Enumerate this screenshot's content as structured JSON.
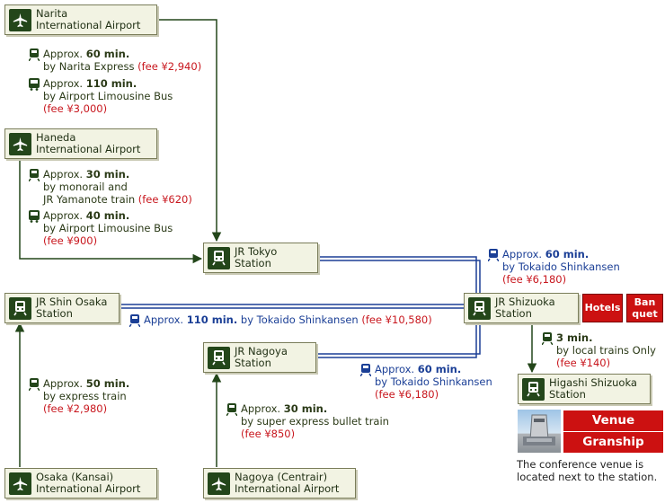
{
  "colors": {
    "shinkansen_line": "#1b3f96",
    "connector_line": "#23461a",
    "fee": "#c8161d",
    "button": "#cc1111"
  },
  "nodes": {
    "narita": {
      "line1": "Narita",
      "line2": "International Airport",
      "icon": "airplane-icon"
    },
    "haneda": {
      "line1": "Haneda",
      "line2": "International Airport",
      "icon": "airplane-icon"
    },
    "tokyo": {
      "line1": "JR Tokyo",
      "line2": "Station",
      "icon": "train-icon"
    },
    "shin_osaka": {
      "line1": "JR Shin Osaka",
      "line2": "Station",
      "icon": "train-icon"
    },
    "shizuoka": {
      "line1": "JR Shizuoka",
      "line2": "Station",
      "icon": "train-icon"
    },
    "nagoya": {
      "line1": "JR Nagoya",
      "line2": "Station",
      "icon": "train-icon"
    },
    "higashi": {
      "line1": "Higashi Shizuoka",
      "line2": "Station",
      "icon": "train-icon"
    },
    "osaka_airport": {
      "line1": "Osaka (Kansai)",
      "line2": "International Airport",
      "icon": "airplane-icon"
    },
    "nagoya_airport": {
      "line1": "Nagoya (Centrair)",
      "line2": "International Airport",
      "icon": "airplane-icon"
    }
  },
  "routes": {
    "narita_express": {
      "pre": "Approx. ",
      "time": "60 min.",
      "by": "by Narita Express ",
      "fee": "(fee ¥2,940)",
      "icon": "train-icon"
    },
    "narita_bus": {
      "pre": "Approx. ",
      "time": "110 min.",
      "by": "by Airport Limousine Bus",
      "fee": "(fee ¥3,000)",
      "icon": "bus-icon"
    },
    "haneda_monorail": {
      "pre": "Approx. ",
      "time": "30 min.",
      "by1": "by monorail and",
      "by2": "JR Yamanote train ",
      "fee": "(fee ¥620)",
      "icon": "train-icon"
    },
    "haneda_bus": {
      "pre": "Approx. ",
      "time": "40 min.",
      "by": "by Airport Limousine Bus",
      "fee": "(fee ¥900)",
      "icon": "bus-icon"
    },
    "tokyo_shizuoka": {
      "pre": "Approx. ",
      "time": "60 min.",
      "by": "by Tokaido Shinkansen",
      "fee": "(fee ¥6,180)",
      "icon": "train-icon"
    },
    "osaka_shizuoka": {
      "pre": "Approx. ",
      "time": "110 min.",
      "by": " by Tokaido Shinkansen ",
      "fee": "(fee ¥10,580)",
      "icon": "train-icon"
    },
    "nagoya_shizuoka": {
      "pre": "Approx. ",
      "time": "60 min.",
      "by": "by Tokaido Shinkansen",
      "fee": "(fee ¥6,180)",
      "icon": "train-icon"
    },
    "shizuoka_higashi": {
      "time": "3 min.",
      "by": "by local trains Only",
      "fee": "(fee ¥140)",
      "icon": "train-icon"
    },
    "kansai_osaka": {
      "pre": "Approx. ",
      "time": "50 min.",
      "by": "by express train",
      "fee": "(fee ¥2,980)",
      "icon": "train-icon"
    },
    "centrair_nagoya": {
      "pre": "Approx. ",
      "time": "30 min.",
      "by": "by super express bullet train",
      "fee": "(fee ¥850)",
      "icon": "train-icon"
    }
  },
  "buttons": {
    "hotels": "Hotels",
    "banquet_1": "Ban",
    "banquet_2": "quet"
  },
  "venue": {
    "title": "Venue",
    "name": "Granship",
    "note_1": "The conference venue is",
    "note_2": "located next to the station."
  }
}
